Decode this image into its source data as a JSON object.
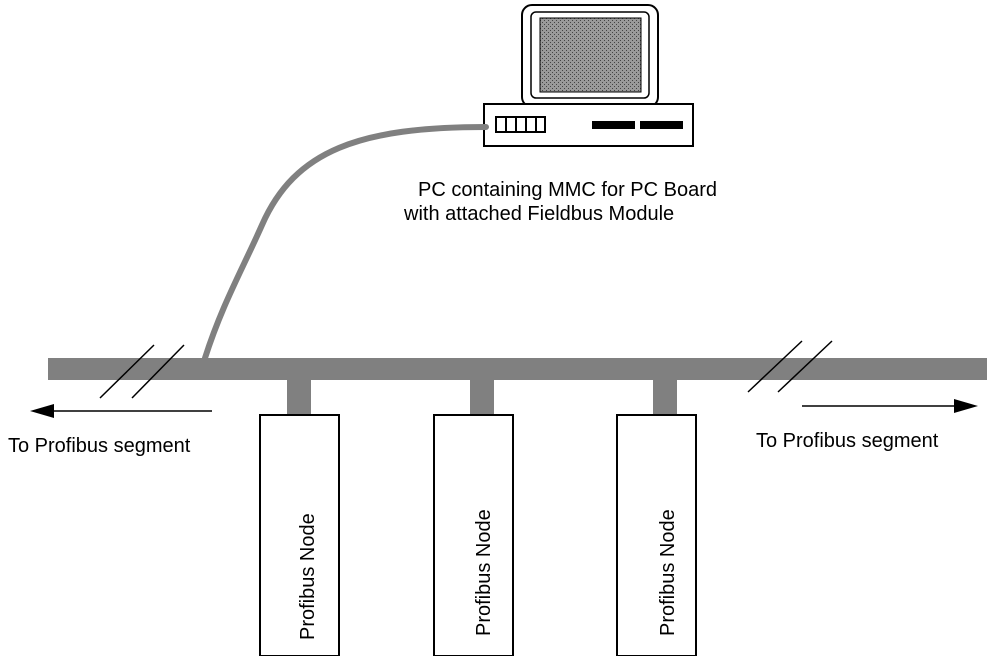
{
  "caption": {
    "line1": "PC containing MMC for PC Board",
    "line2": "with attached Fieldbus Module"
  },
  "segments": {
    "left_label": "To Profibus segment",
    "right_label": "To Profibus segment"
  },
  "nodes": [
    {
      "label": "Profibus Node"
    },
    {
      "label": "Profibus Node"
    },
    {
      "label": "Profibus Node"
    }
  ],
  "colors": {
    "bus": "#808080",
    "cable": "#808080",
    "line": "#000000",
    "background": "#ffffff"
  }
}
